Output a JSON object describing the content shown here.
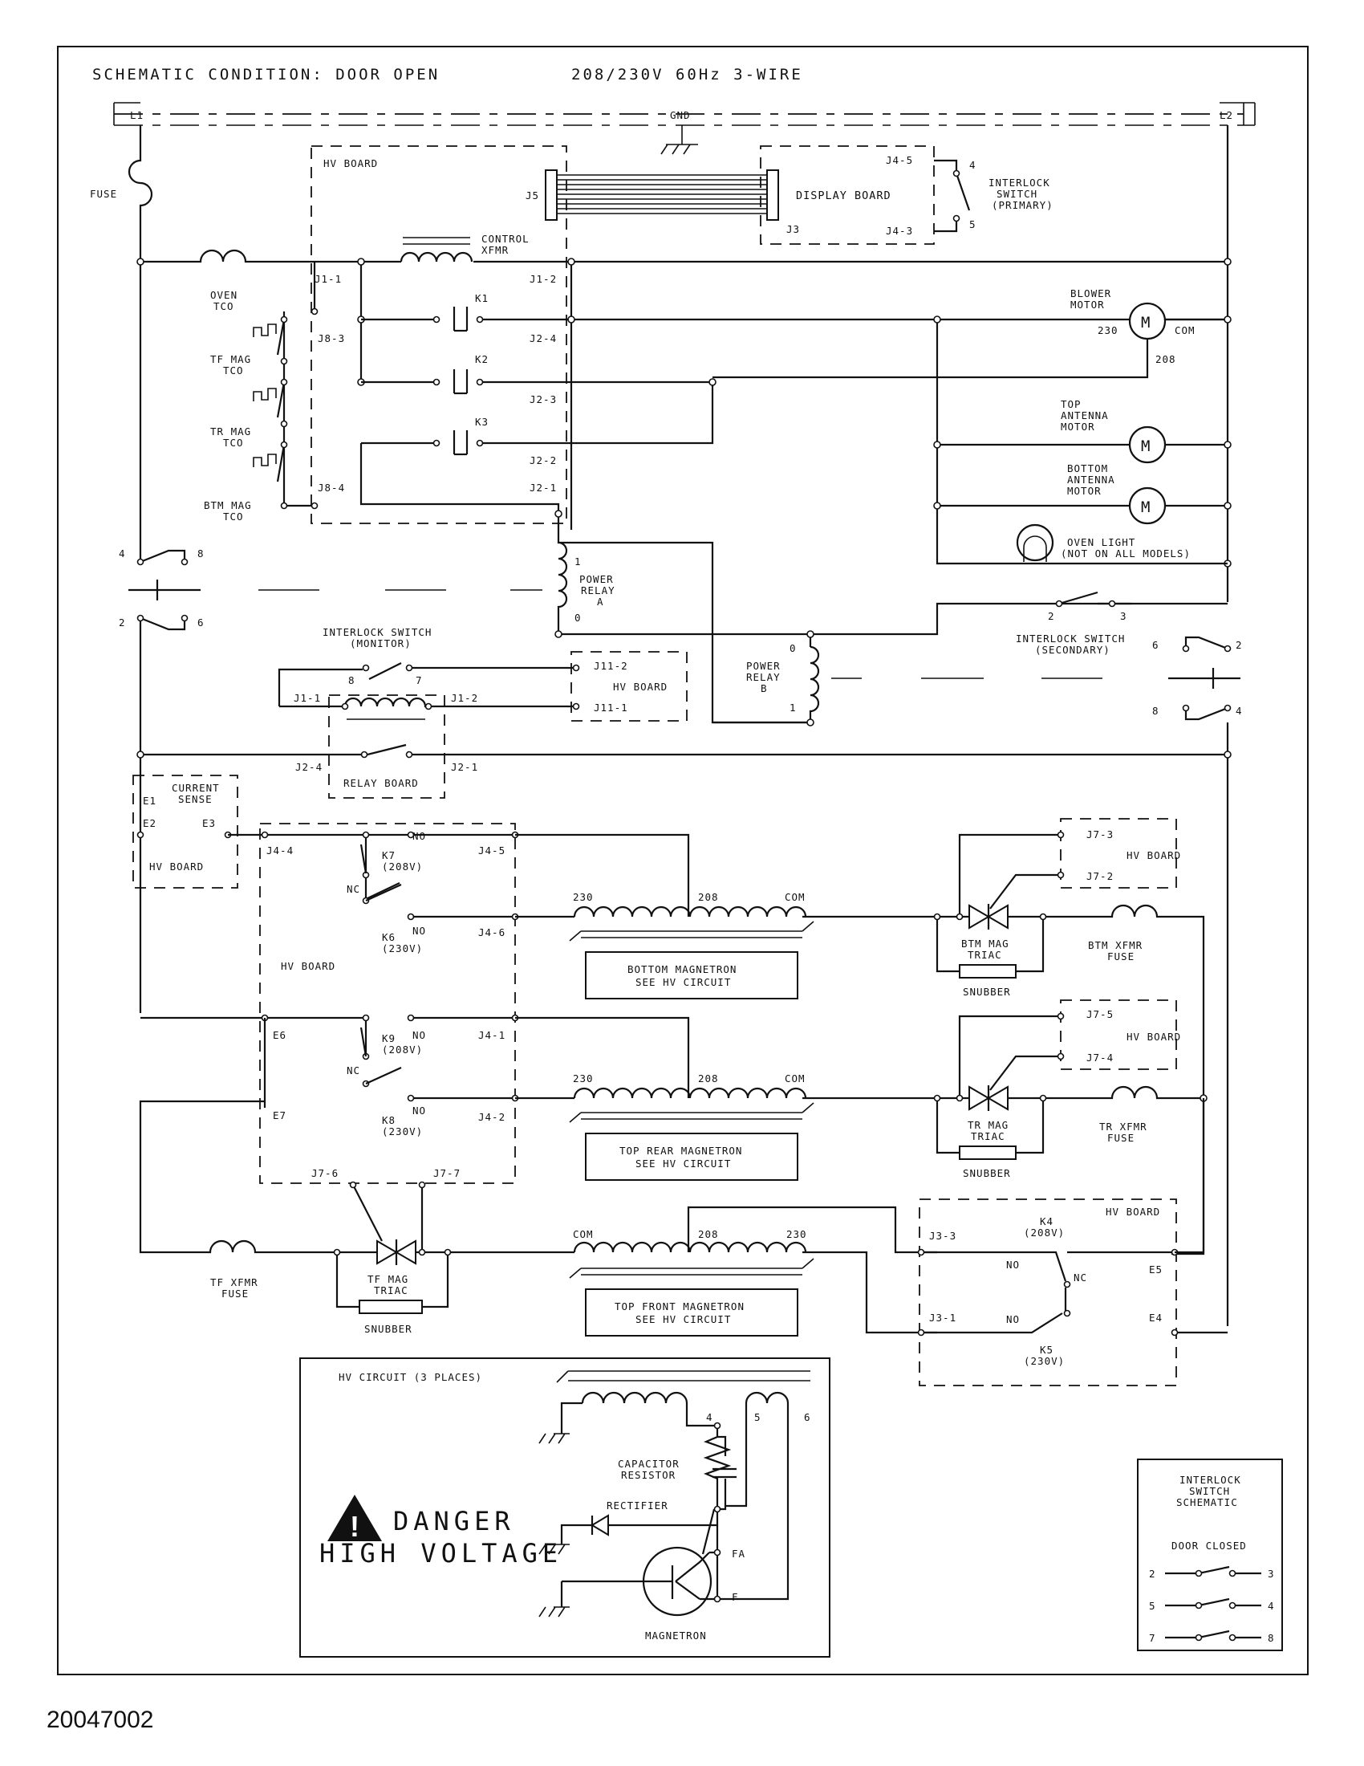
{
  "header": {
    "condition": "SCHEMATIC CONDITION: DOOR OPEN",
    "supply": "208/230V 60Hz 3-WIRE"
  },
  "document_number": "20047002",
  "rails": {
    "l1": "L1",
    "l2": "L2",
    "gnd": "GND"
  },
  "labels": {
    "fuse": "FUSE",
    "hv_board": "HV BOARD",
    "display_board": "DISPLAY BOARD",
    "interlock_primary": [
      "INTERLOCK",
      "SWITCH",
      "(PRIMARY)"
    ],
    "control_xfmr": [
      "CONTROL",
      "XFMR"
    ],
    "oven_tco": [
      "OVEN",
      "TCO"
    ],
    "tf_mag_tco": [
      "TF MAG",
      "TCO"
    ],
    "tr_mag_tco": [
      "TR MAG",
      "TCO"
    ],
    "btm_mag_tco": [
      "BTM MAG",
      "TCO"
    ],
    "blower_motor": [
      "BLOWER",
      "MOTOR"
    ],
    "top_antenna_motor": [
      "TOP",
      "ANTENNA",
      "MOTOR"
    ],
    "bottom_antenna_motor": [
      "BOTTOM",
      "ANTENNA",
      "MOTOR"
    ],
    "oven_light": [
      "OVEN LIGHT",
      "(NOT ON ALL MODELS)"
    ],
    "power_relay_a": [
      "POWER",
      "RELAY",
      "A"
    ],
    "power_relay_b": [
      "POWER",
      "RELAY",
      "B"
    ],
    "interlock_monitor": [
      "INTERLOCK SWITCH",
      "(MONITOR)"
    ],
    "interlock_secondary": [
      "INTERLOCK SWITCH",
      "(SECONDARY)"
    ],
    "relay_board": "RELAY BOARD",
    "current_sense": [
      "CURRENT",
      "SENSE"
    ],
    "bottom_magnetron": [
      "BOTTOM MAGNETRON",
      "SEE HV CIRCUIT"
    ],
    "top_rear_magnetron": [
      "TOP REAR MAGNETRON",
      "SEE HV CIRCUIT"
    ],
    "top_front_magnetron": [
      "TOP FRONT MAGNETRON",
      "SEE HV CIRCUIT"
    ],
    "btm_mag_triac": [
      "BTM MAG",
      "TRIAC"
    ],
    "tr_mag_triac": [
      "TR MAG",
      "TRIAC"
    ],
    "tf_mag_triac": [
      "TF MAG",
      "TRIAC"
    ],
    "btm_xfmr_fuse": [
      "BTM XFMR",
      "FUSE"
    ],
    "tr_xfmr_fuse": [
      "TR XFMR",
      "FUSE"
    ],
    "tf_xfmr_fuse": [
      "TF XFMR",
      "FUSE"
    ],
    "snubber": "SNUBBER",
    "k7": [
      "K7",
      "(208V)"
    ],
    "k6": [
      "K6",
      "(230V)"
    ],
    "k9": [
      "K9",
      "(208V)"
    ],
    "k8": [
      "K8",
      "(230V)"
    ],
    "k4": [
      "K4",
      "(208V)"
    ],
    "k5": [
      "K5",
      "(230V)"
    ],
    "no": "NO",
    "nc": "NC",
    "v230": "230",
    "v208": "208",
    "com": "COM",
    "motor_symbol": "M"
  },
  "connectors": {
    "j1_1": "J1-1",
    "j1_2": "J1-2",
    "j2_1": "J2-1",
    "j2_2": "J2-2",
    "j2_3": "J2-3",
    "j2_4": "J2-4",
    "j8_3": "J8-3",
    "j8_4": "J8-4",
    "j5": "J5",
    "j3": "J3",
    "j4_5": "J4-5",
    "j4_3": "J4-3",
    "j11_1": "J11-1",
    "j11_2": "J11-2",
    "j4_4": "J4-4",
    "j4_6": "J4-6",
    "j4_1": "J4-1",
    "j4_2": "J4-2",
    "j7_2": "J7-2",
    "j7_3": "J7-3",
    "j7_4": "J7-4",
    "j7_5": "J7-5",
    "j7_6": "J7-6",
    "j7_7": "J7-7",
    "j3_1": "J3-1",
    "j3_3": "J3-3",
    "e1": "E1",
    "e2": "E2",
    "e3": "E3",
    "e4": "E4",
    "e5": "E5",
    "e6": "E6",
    "e7": "E7",
    "k1": "K1",
    "k2": "K2",
    "k3": "K3",
    "p0": "0",
    "p1": "1",
    "p2": "2",
    "p3": "3",
    "p4": "4",
    "p5": "5",
    "p6": "6",
    "p7": "7",
    "p8": "8"
  },
  "hv_circuit": {
    "title": "HV CIRCUIT (3 PLACES)",
    "capacitor_resistor": [
      "CAPACITOR",
      "RESISTOR"
    ],
    "rectifier": "RECTIFIER",
    "magnetron": "MAGNETRON",
    "fa": "FA",
    "f": "F",
    "danger": "DANGER",
    "high_voltage": "HIGH VOLTAGE",
    "warning_symbol": "!"
  },
  "interlock_schematic": {
    "title": [
      "INTERLOCK",
      "SWITCH",
      "SCHEMATIC"
    ],
    "door_closed": "DOOR CLOSED",
    "rows": [
      {
        "left": "2",
        "right": "3"
      },
      {
        "left": "5",
        "right": "4"
      },
      {
        "left": "7",
        "right": "8"
      }
    ]
  }
}
